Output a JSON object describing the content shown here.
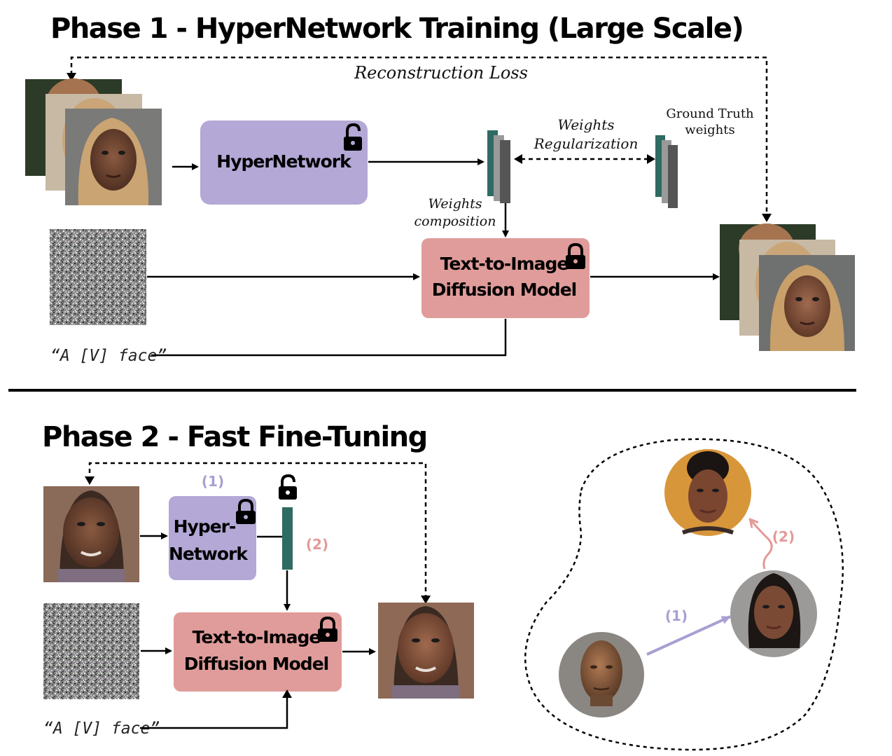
{
  "phase1": {
    "title": "Phase 1 - HyperNetwork Training (Large Scale)",
    "reconstruction_loss": "Reconstruction Loss",
    "hypernetwork_label": "HyperNetwork",
    "weights_regularization_line1": "Weights",
    "weights_regularization_line2": "Regularization",
    "ground_truth_line1": "Ground Truth",
    "ground_truth_line2": "weights",
    "weights_composition_line1": "Weights",
    "weights_composition_line2": "composition",
    "diffusion_line1": "Text-to-Image",
    "diffusion_line2": "Diffusion Model",
    "prompt": "“A [V] face”"
  },
  "phase2": {
    "title": "Phase 2 - Fast Fine-Tuning",
    "step1": "(1)",
    "step2": "(2)",
    "hypernetwork_line1": "Hyper-",
    "hypernetwork_line2": "Network",
    "diffusion_line1": "Text-to-Image",
    "diffusion_line2": "Diffusion Model",
    "prompt": "“A [V] face”",
    "space_step1": "(1)",
    "space_step2": "(2)"
  },
  "colors": {
    "hypernetwork_box": "#b3a8d6",
    "diffusion_box": "#e09c9a",
    "weight_teal": "#2e6b62",
    "step1_color": "#a99fd3",
    "step2_color": "#e39a98"
  }
}
